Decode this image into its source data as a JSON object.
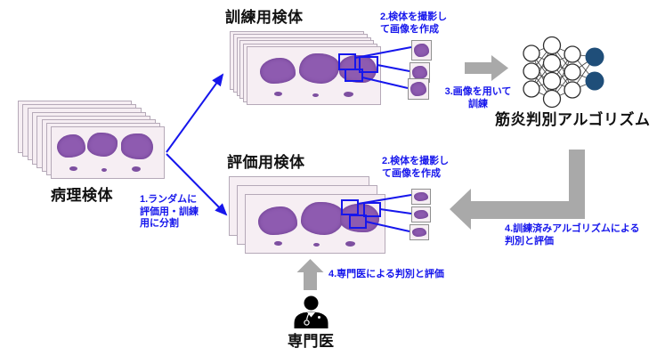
{
  "labels": {
    "pathology": "病理検体",
    "training": "訓練用検体",
    "evaluation": "評価用検体",
    "algorithm": "筋炎判別アルゴリズム",
    "specialist": "専門医"
  },
  "steps": {
    "split": {
      "full": "1.ランダムに評価用・訓練用に分割",
      "lines": [
        "1.ランダムに",
        "評価用・訓練",
        "用に分割"
      ]
    },
    "capture_training": {
      "full": "2.検体を撮影して画像を作成",
      "lines": [
        "2.検体を撮影し",
        "て画像を作成"
      ]
    },
    "capture_evaluation": {
      "full": "2.検体を撮影して画像を作成",
      "lines": [
        "2.検体を撮影し",
        "て画像を作成"
      ]
    },
    "train": {
      "full": "3.画像を用いて訓練",
      "lines": [
        "3.画像を用いて",
        "訓練"
      ]
    },
    "algo_eval": {
      "full": "4.訓練済みアルゴリズムによる判別と評価",
      "lines": [
        "4.訓練済みアルゴリズムによる",
        "判別と評価"
      ]
    },
    "expert_eval": {
      "full": "4.専門医による判別と評価"
    }
  },
  "stacks": {
    "pathology": {
      "slide_count": 8
    },
    "training": {
      "slide_count": 6
    },
    "evaluation": {
      "slide_count": 3
    }
  },
  "network": {
    "layers": [
      3,
      4,
      3,
      2
    ],
    "output_color": "#1F4E79"
  },
  "colors": {
    "accent_blue": "#1616EC",
    "arrow_gray": "#A9A9A9",
    "network_output_navy": "#1F4E79",
    "tissue_purple": "#8E5BB0",
    "slide_background": "#F6EEF3"
  }
}
